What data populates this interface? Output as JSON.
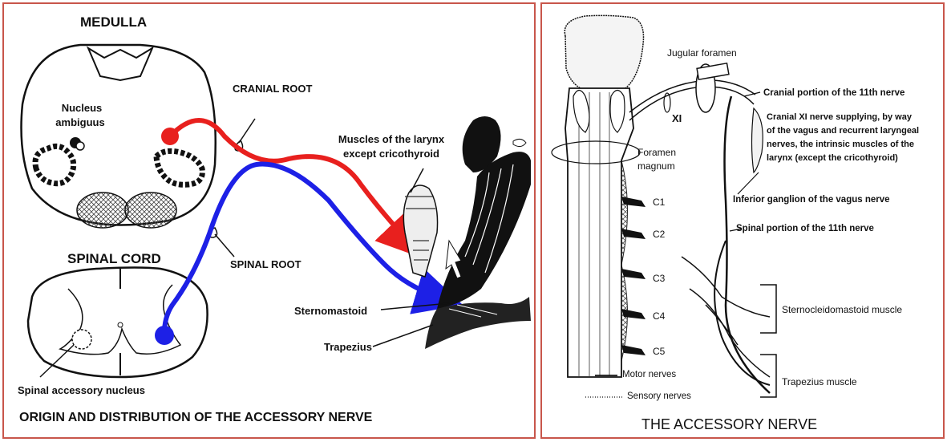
{
  "left": {
    "medulla": "MEDULLA",
    "nucleus_ambiguus_1": "Nucleus",
    "nucleus_ambiguus_2": "ambiguus",
    "cranial_root": "CRANIAL ROOT",
    "larynx_1": "Muscles of the larynx",
    "larynx_2": "except cricothyroid",
    "spinal_cord": "SPINAL CORD",
    "spinal_root": "SPINAL ROOT",
    "sternomastoid": "Sternomastoid",
    "trapezius": "Trapezius",
    "spinal_accessory_nucleus": "Spinal accessory nucleus",
    "title": "ORIGIN AND DISTRIBUTION OF THE ACCESSORY NERVE"
  },
  "right": {
    "jugular_foramen": "Jugular foramen",
    "xi": "XI",
    "foramen_1": "Foramen",
    "foramen_2": "magnum",
    "c1": "C1",
    "c2": "C2",
    "c3": "C3",
    "c4": "C4",
    "c5": "C5",
    "cranial_portion": "Cranial portion of the 11th nerve",
    "cranial_xi_1": "Cranial XI nerve supplying, by way",
    "cranial_xi_2": "of the vagus and recurrent laryngeal",
    "cranial_xi_3": "nerves, the intrinsic muscles of the",
    "cranial_xi_4": "larynx (except the cricothyroid)",
    "inferior_ganglion": "Inferior ganglion of the vagus nerve",
    "spinal_portion": "Spinal portion of the 11th nerve",
    "scm": "Sternocleidomastoid muscle",
    "trapezius": "Trapezius muscle",
    "motor": "Motor nerves",
    "sensory": "Sensory nerves",
    "title": "THE ACCESSORY NERVE"
  },
  "colors": {
    "cranial_root": "#e8201e",
    "spinal_root": "#1d20e6",
    "frame": "#c8564b"
  }
}
